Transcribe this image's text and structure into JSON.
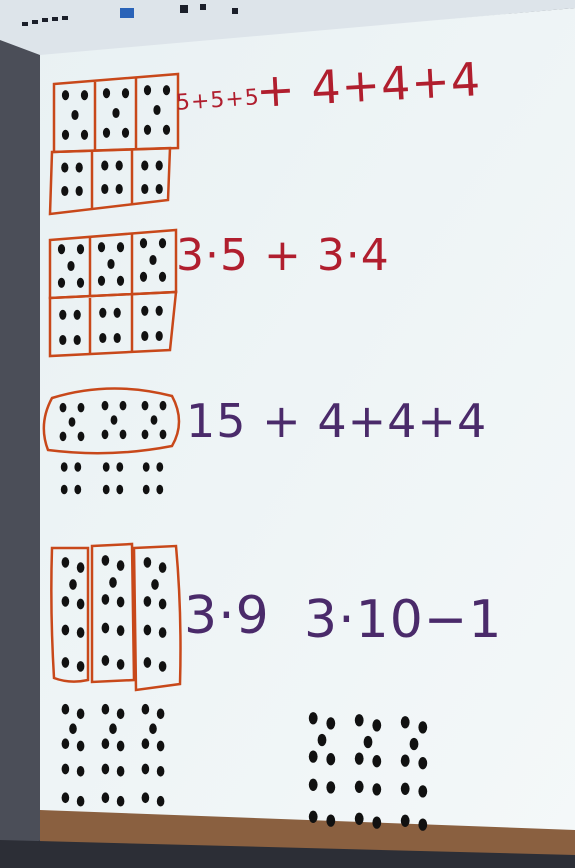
{
  "colors": {
    "board": "#eef4f6",
    "ink_red": "#b01e2e",
    "ink_purple": "#4a2a6a",
    "box_orange": "#c8481a",
    "dot": "#111111",
    "tray": "#8a6040"
  },
  "rows": [
    {
      "expression_small": "5+5+5",
      "expression": "+ 4+4+4"
    },
    {
      "expression": "3·5 + 3·4"
    },
    {
      "expression": "15 + 4+4+4"
    },
    {
      "expression": "3·9",
      "expression_alt": "3·10−1"
    }
  ]
}
